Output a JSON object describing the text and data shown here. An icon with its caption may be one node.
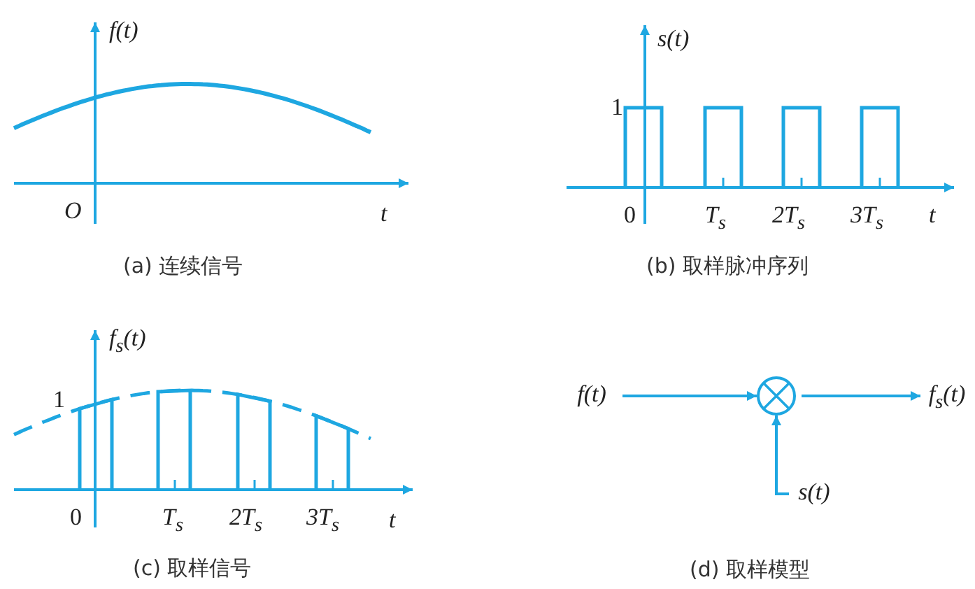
{
  "diagram": {
    "nodes": [
      {
        "text": [
          "f(t)"
        ]
      },
      {
        "text": [],
        "shape": "circle"
      },
      {
        "text": [
          "f$_{s}$(t)"
        ]
      },
      {
        "text": [
          "s(t)"
        ]
      }
    ],
    "edges": [
      {
        "from": 0,
        "to": 1,
        "arrow": "to"
      },
      {
        "from": 1,
        "to": 2,
        "arrow": "to"
      },
      {
        "from": 3,
        "to": 1,
        "arrow": "to"
      }
    ],
    "labels": [
      "f(t)",
      "O",
      "t",
      "s(t)",
      "1",
      "0",
      "T$_{s}$",
      "2T$_{s}$",
      "3T$_{s}$",
      "t",
      "(a) 连续信号",
      "(b) 取样脉冲序列",
      "f$_{s}$(t)",
      "1",
      "0",
      "T$_{s}$",
      "2T$_{s}$",
      "3T$_{s}$",
      "t",
      "(c) 取样信号",
      "(d) 取样模型"
    ]
  }
}
